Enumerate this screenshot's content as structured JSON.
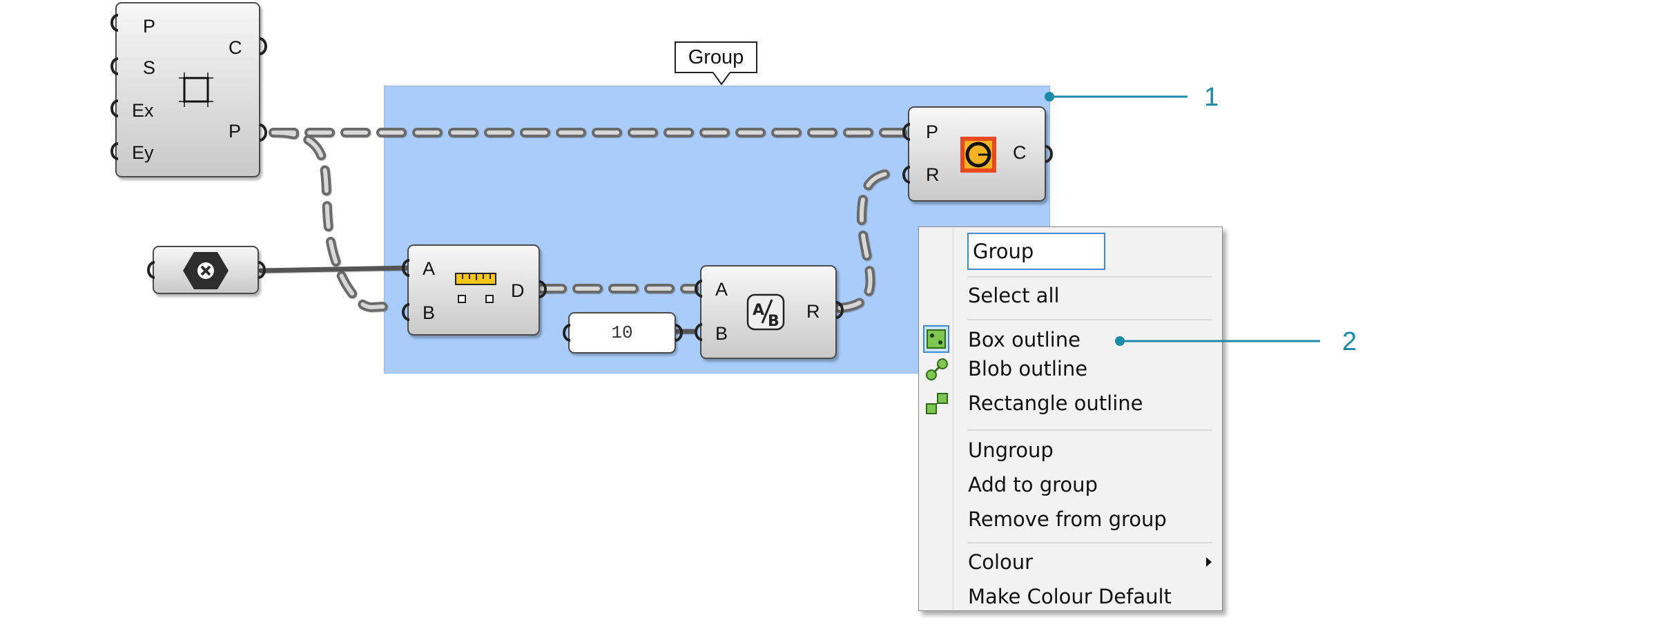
{
  "group": {
    "tag_label": "Group",
    "fill_color": "#a9ccfa"
  },
  "components": {
    "rectangle": {
      "inputs": [
        "P",
        "S",
        "Ex",
        "Ey"
      ],
      "outputs": [
        "C",
        "P"
      ]
    },
    "distance": {
      "inputs": [
        "A",
        "B"
      ],
      "outputs": [
        "D"
      ]
    },
    "division": {
      "inputs": [
        "A",
        "B"
      ],
      "outputs": [
        "R"
      ]
    },
    "circle": {
      "inputs": [
        "P",
        "R"
      ],
      "outputs": [
        "C"
      ]
    },
    "number_value": "10"
  },
  "context_menu": {
    "name_input_value": "Group",
    "items": {
      "select_all": "Select all",
      "box_outline": "Box outline",
      "blob_outline": "Blob outline",
      "rectangle_outline": "Rectangle outline",
      "ungroup": "Ungroup",
      "add_to_group": "Add to group",
      "remove_from_group": "Remove from group",
      "colour": "Colour",
      "make_colour_default": "Make Colour Default"
    }
  },
  "callouts": {
    "one": "1",
    "two": "2"
  },
  "colors": {
    "callout": "#1a8aa8",
    "wire": "#6b6b6b",
    "input_border": "#3d8ad9"
  }
}
